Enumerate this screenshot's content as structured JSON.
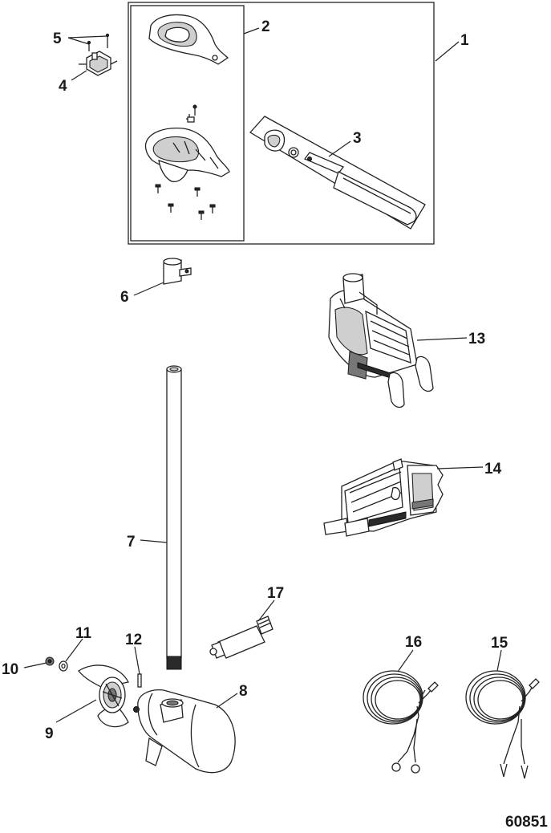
{
  "callouts": {
    "c1": "1",
    "c2": "2",
    "c3": "3",
    "c4": "4",
    "c5": "5",
    "c6": "6",
    "c7": "7",
    "c8": "8",
    "c9": "9",
    "c10": "10",
    "c11": "11",
    "c12": "12",
    "c13": "13",
    "c14": "14",
    "c15": "15",
    "c16": "16",
    "c17": "17"
  },
  "figure_id": "60851"
}
